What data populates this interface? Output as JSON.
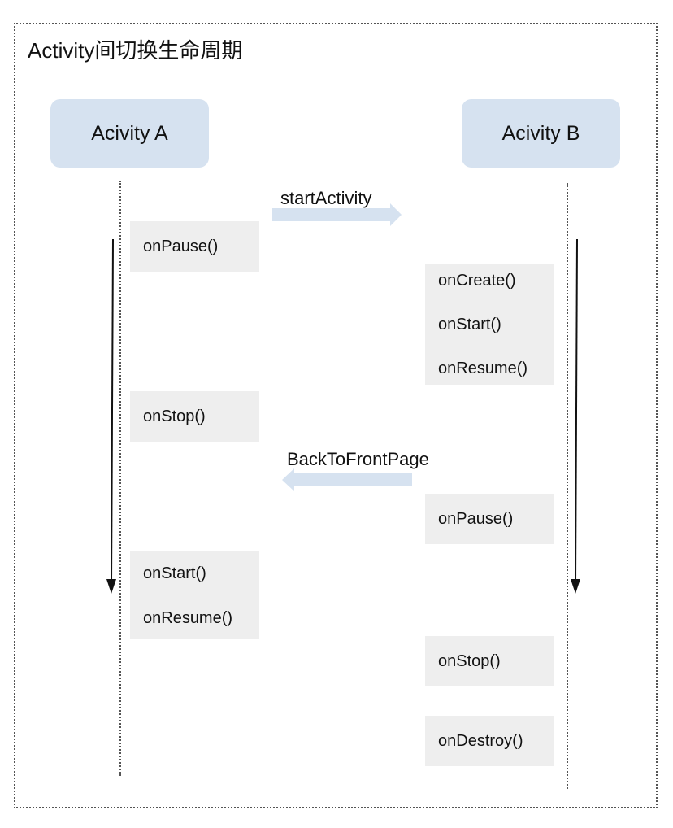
{
  "diagram": {
    "title": "Activity间切换生命周期",
    "actors": {
      "a": "Acivity A",
      "b": "Acivity B"
    },
    "messages": {
      "forward": "startActivity",
      "back": "BackToFrontPage"
    },
    "a_boxes": [
      [
        "onPause()"
      ],
      [
        "onStop()"
      ],
      [
        "onStart()",
        "onResume()"
      ]
    ],
    "b_boxes": [
      [
        "onCreate()",
        "onStart()",
        "onResume()"
      ],
      [
        "onPause()"
      ],
      [
        "onStop()"
      ],
      [
        "onDestroy()"
      ]
    ]
  },
  "colors": {
    "actor_fill": "#d6e2f0",
    "box_fill": "#eeeeee",
    "arrow_fill": "#d6e2f0"
  }
}
